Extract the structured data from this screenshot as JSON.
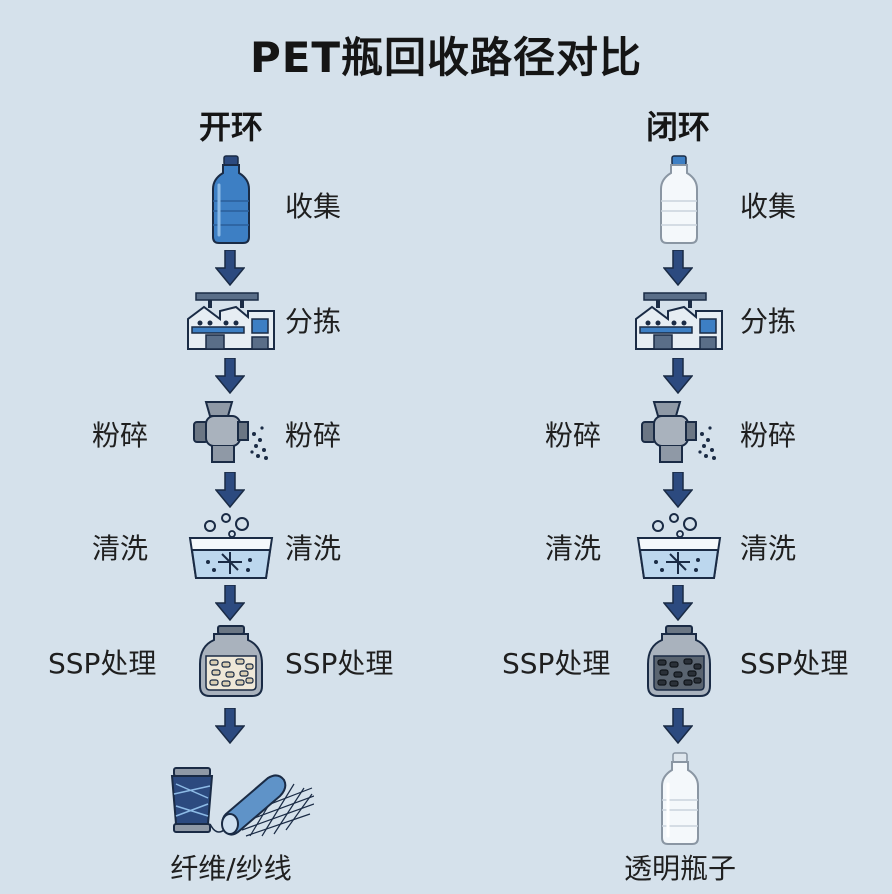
{
  "title": "PET瓶回收路径对比",
  "columns": [
    {
      "heading": "开环",
      "steps": {
        "collect": "收集",
        "sort": "分拣",
        "shred_left": "粉碎",
        "shred_right": "粉碎",
        "wash_left": "清洗",
        "wash_right": "清洗",
        "ssp_left": "SSP处理",
        "ssp_right": "SSP处理"
      },
      "output": "纤维/纱线"
    },
    {
      "heading": "闭环",
      "steps": {
        "collect": "收集",
        "sort": "分拣",
        "shred_left": "粉碎",
        "shred_right": "粉碎",
        "wash_left": "清洗",
        "wash_right": "清洗",
        "ssp_left": "SSP处理",
        "ssp_right": "SSP处理"
      },
      "output": "透明瓶子"
    }
  ],
  "icons": {
    "bottle_open": "blue-bottle-icon",
    "bottle_closed": "clear-bottle-icon",
    "factory": "sorting-factory-icon",
    "grinder": "grinder-icon",
    "wash": "washing-tub-icon",
    "ssp_open": "ssp-jar-light-pellets-icon",
    "ssp_closed": "ssp-jar-dark-pellets-icon",
    "fiber": "yarn-spool-fabric-icon",
    "arrow": "down-arrow-icon"
  },
  "colors": {
    "background": "#d5e1eb",
    "arrow": "#2c4a7f",
    "bottle_blue": "#3d7fc4",
    "bottle_clear": "#f4f8fb",
    "water": "#bcd7ee"
  }
}
